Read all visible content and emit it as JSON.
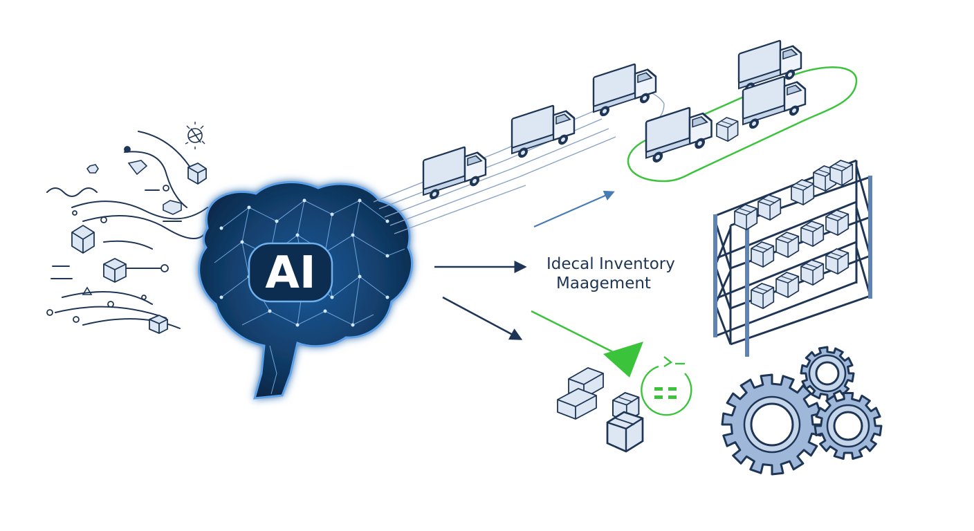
{
  "brain": {
    "label": "AI"
  },
  "caption": {
    "line1": "Idecal Inventory",
    "line2": "Maagement"
  },
  "colors": {
    "navy": "#1e3555",
    "brain_glow": "#2f78c8",
    "brain_dark": "#0c2d4f",
    "accent_green": "#3cc33c",
    "arrow_blue": "#4a7bb5",
    "truck_fill": "#dde7f3",
    "gear_fill": "#9fb7d8",
    "line_gray": "#6b7f99"
  },
  "icons": [
    "brain-icon",
    "truck-icon",
    "shelf-icon",
    "box-icon",
    "gear-icon",
    "cube-icon",
    "circle-arrow-icon"
  ]
}
